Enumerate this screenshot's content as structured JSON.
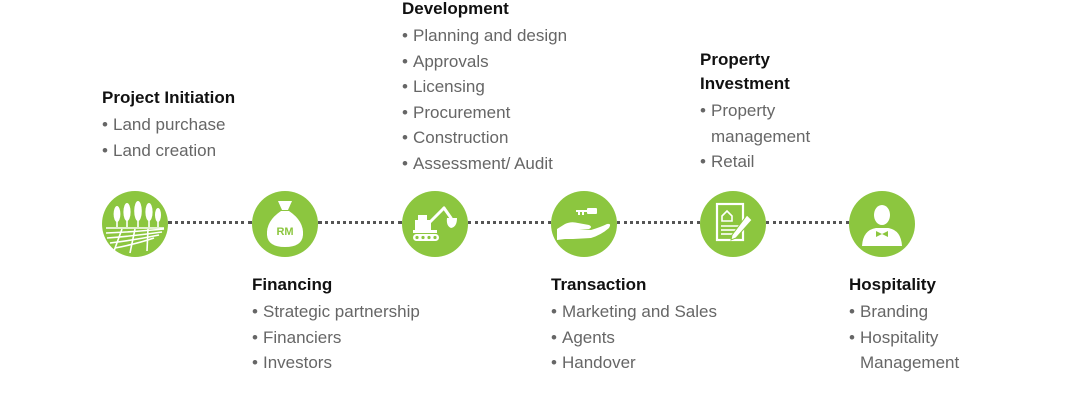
{
  "accent_color": "#8cc63f",
  "line_color": "#555555",
  "stages": [
    {
      "title": "Project Initiation",
      "icon": "farmland-icon",
      "items": [
        "Land purchase",
        "Land creation"
      ]
    },
    {
      "title": "Financing",
      "icon": "money-bag-icon",
      "icon_text": "RM",
      "items": [
        "Strategic partnership",
        "Financiers",
        "Investors"
      ]
    },
    {
      "title": "Development",
      "icon": "excavator-icon",
      "items": [
        "Planning and design",
        "Approvals",
        "Licensing",
        "Procurement",
        "Construction",
        "Assessment/ Audit"
      ]
    },
    {
      "title": "Transaction",
      "icon": "hand-key-icon",
      "items": [
        "Marketing and Sales",
        "Agents",
        "Handover"
      ]
    },
    {
      "title_lines": [
        "Property",
        "Investment"
      ],
      "icon": "document-pen-icon",
      "items": [
        "Property",
        "management",
        "Retail"
      ]
    },
    {
      "title": "Hospitality",
      "icon": "butler-icon",
      "items": [
        "Branding",
        "Hospitality",
        "Management"
      ]
    }
  ]
}
